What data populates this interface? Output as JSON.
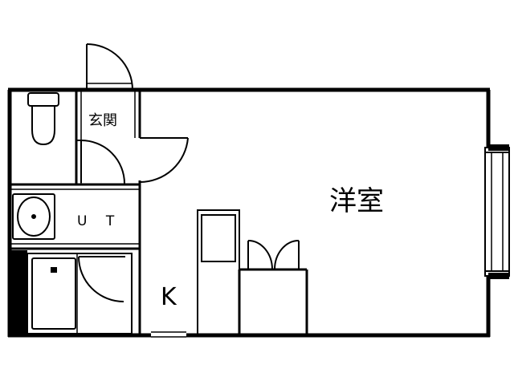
{
  "floor_plan": {
    "rooms": {
      "western_room": "洋室",
      "entrance": "玄関",
      "utility": "U T",
      "kitchen": "K"
    },
    "colors": {
      "wall": "#000000",
      "fixture": "#000000",
      "background": "#ffffff",
      "glass": "#ffffff"
    },
    "icons": [
      "toilet-icon",
      "washbasin-icon",
      "bathtub-icon",
      "refrigerator-icon"
    ]
  }
}
